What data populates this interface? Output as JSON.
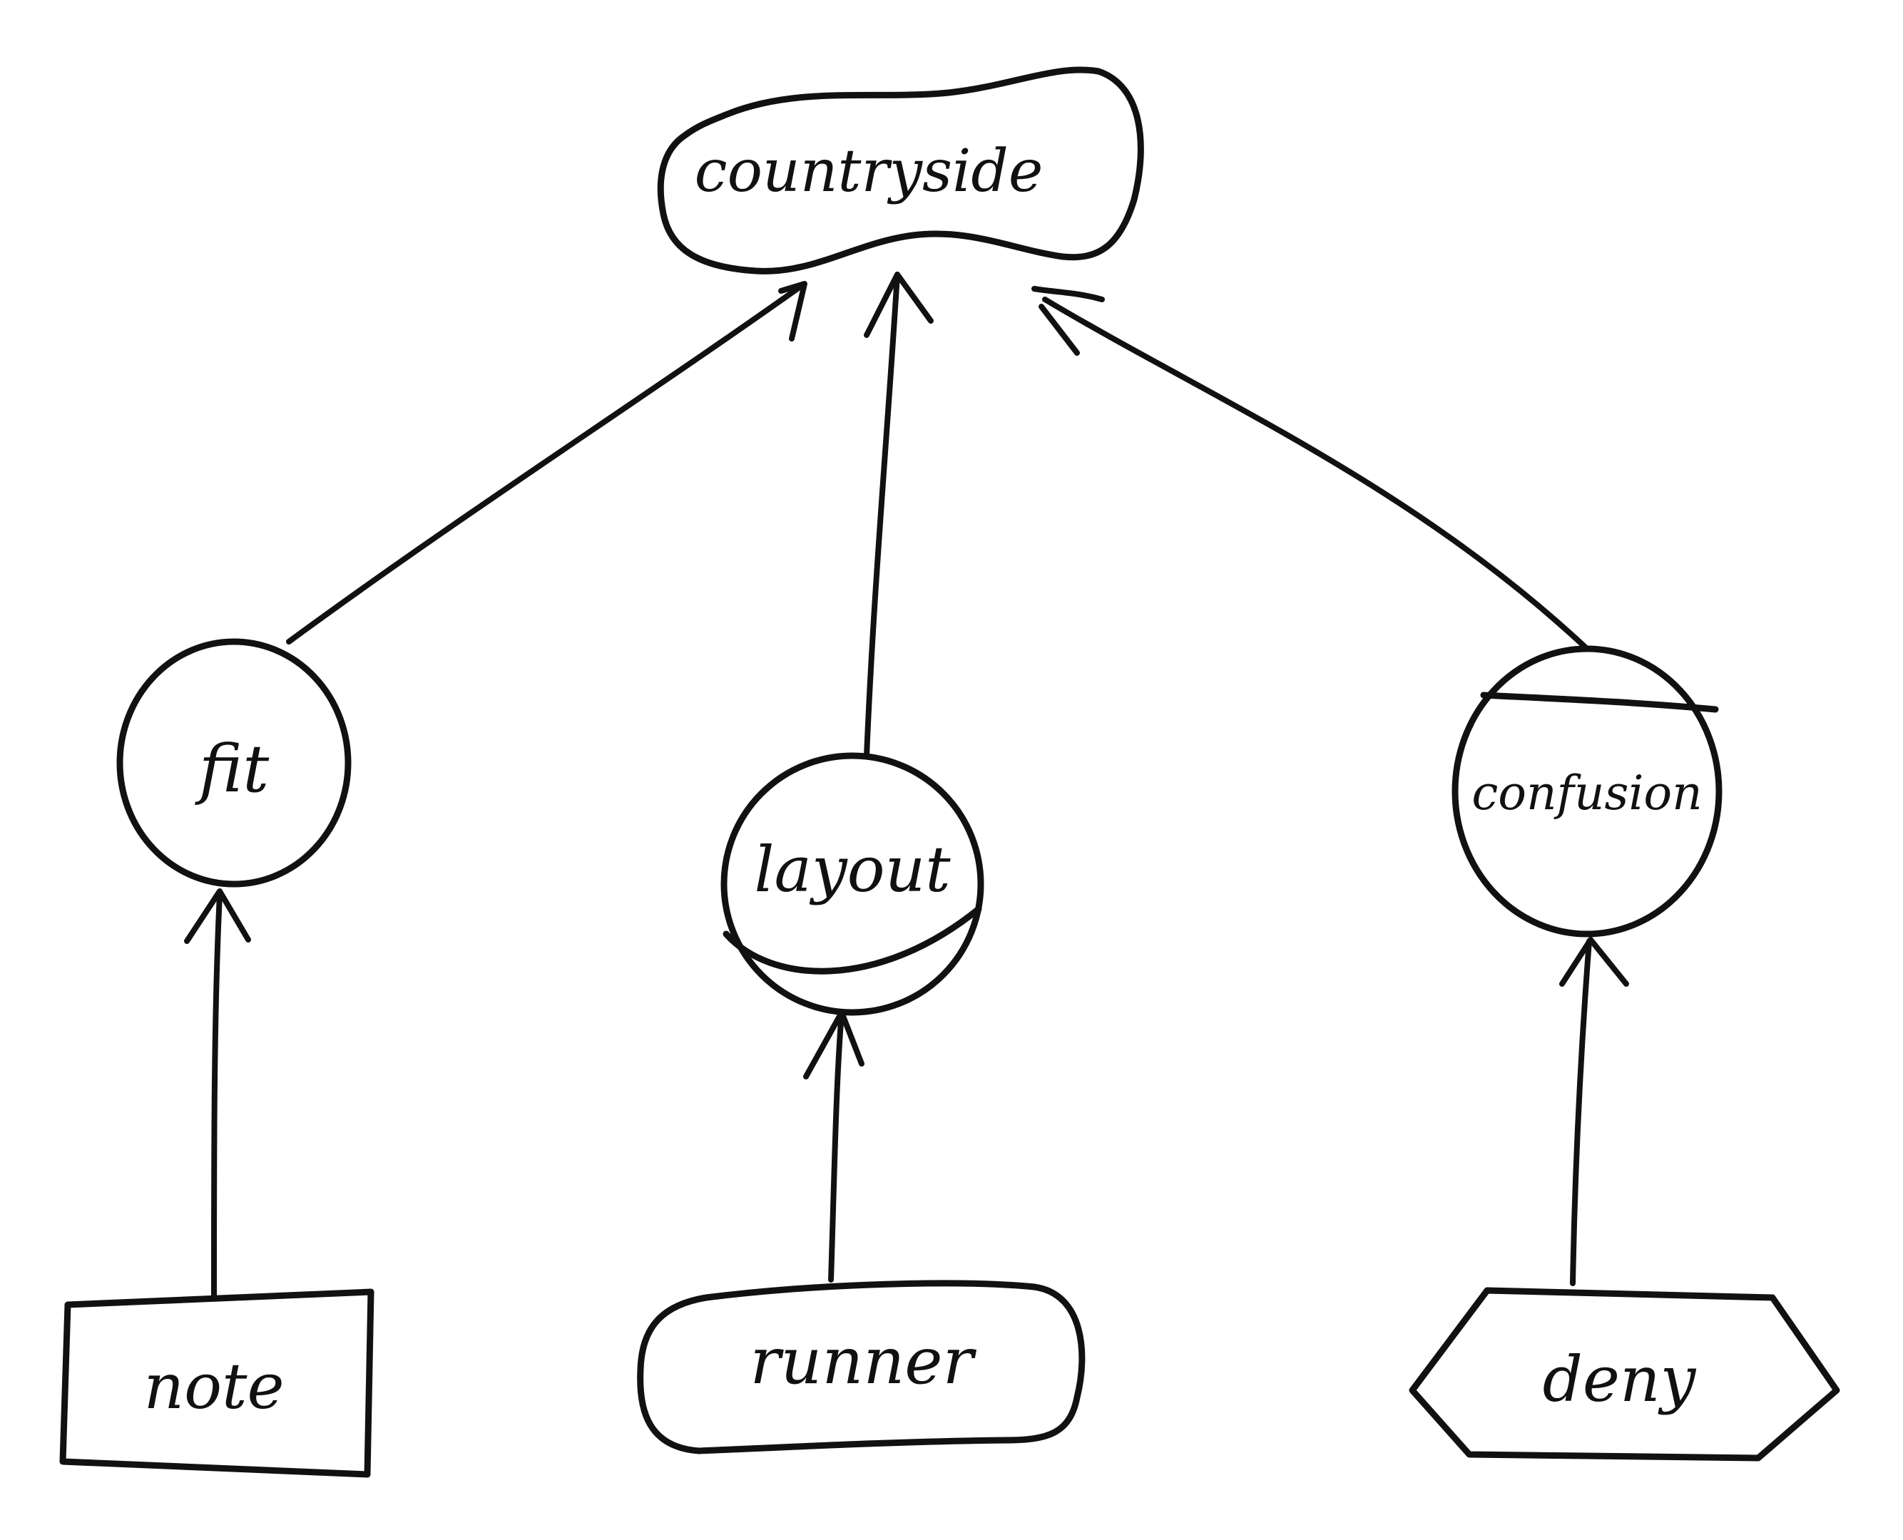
{
  "nodes": {
    "countryside": {
      "label": "countryside",
      "shape": "cloud"
    },
    "fit": {
      "label": "fit",
      "shape": "circle"
    },
    "layout": {
      "label": "layout",
      "shape": "circle"
    },
    "confusion": {
      "label": "confusion",
      "shape": "circle"
    },
    "note": {
      "label": "note",
      "shape": "rectangle"
    },
    "runner": {
      "label": "runner",
      "shape": "stadium"
    },
    "deny": {
      "label": "deny",
      "shape": "hexagon"
    }
  },
  "edges": [
    {
      "from": "fit",
      "to": "countryside"
    },
    {
      "from": "layout",
      "to": "countryside"
    },
    {
      "from": "confusion",
      "to": "countryside"
    },
    {
      "from": "note",
      "to": "fit"
    },
    {
      "from": "runner",
      "to": "layout"
    },
    {
      "from": "deny",
      "to": "confusion"
    }
  ],
  "colors": {
    "stroke": "#111111",
    "background": "#ffffff"
  }
}
